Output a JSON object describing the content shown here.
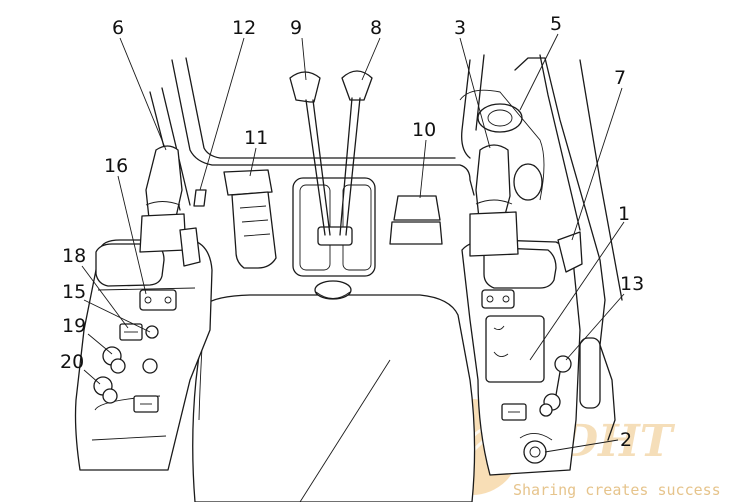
{
  "figure": {
    "subject": "operator cab controls, top view",
    "callouts": [
      "1",
      "2",
      "3",
      "5",
      "6",
      "7",
      "8",
      "9",
      "10",
      "11",
      "12",
      "13",
      "15",
      "16",
      "18",
      "19",
      "20"
    ]
  },
  "watermark": {
    "logo_text": "DHT",
    "tagline": "Sharing creates success",
    "color": "#f2c27a"
  }
}
